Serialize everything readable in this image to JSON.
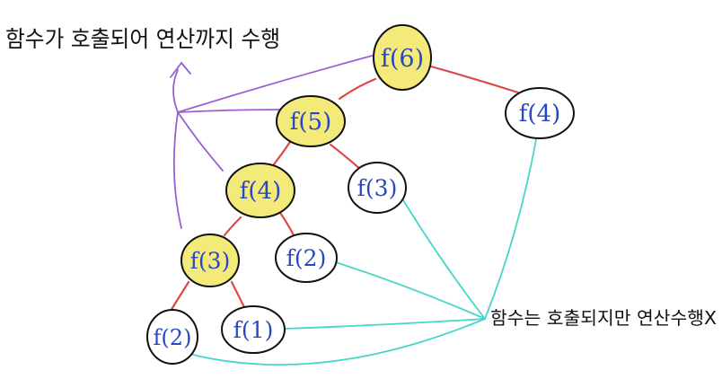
{
  "annotations": {
    "top_left_text": "함수가 호출되어 연산까지 수행",
    "bottom_right_text": "함수는 호출되지만 연산수행X"
  },
  "nodes": [
    {
      "id": "f6_root",
      "label": "f(6)",
      "evaluated": true
    },
    {
      "id": "f5",
      "label": "f(5)",
      "evaluated": true
    },
    {
      "id": "f4_right",
      "label": "f(4)",
      "evaluated": false
    },
    {
      "id": "f4_left",
      "label": "f(4)",
      "evaluated": true
    },
    {
      "id": "f3_mid",
      "label": "f(3)",
      "evaluated": false
    },
    {
      "id": "f3_left",
      "label": "f(3)",
      "evaluated": true
    },
    {
      "id": "f2_mid",
      "label": "f(2)",
      "evaluated": false
    },
    {
      "id": "f2_left",
      "label": "f(2)",
      "evaluated": false
    },
    {
      "id": "f1",
      "label": "f(1)",
      "evaluated": false
    }
  ],
  "colors": {
    "evaluated_fill": "#f4ea7a",
    "tree_edge": "#e04848",
    "purple_pointer": "#9d5fd0",
    "cyan_pointer": "#45d6c8",
    "node_text": "#2747c4",
    "outline": "#111111"
  }
}
